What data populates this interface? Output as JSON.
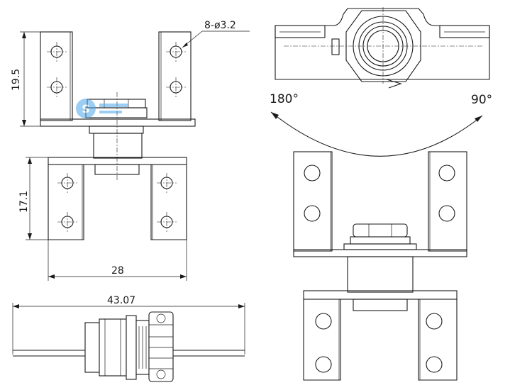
{
  "dimensions": {
    "holes": "8-ø3.2",
    "height_upper": "19.5",
    "height_lower": "17.1",
    "width_bracket": "28",
    "overall_length": "43.07"
  },
  "angles": {
    "left": "180°",
    "right": "90°"
  },
  "colors": {
    "line": "#1a1a1a",
    "background": "#ffffff",
    "watermark": "#4da6e8"
  }
}
